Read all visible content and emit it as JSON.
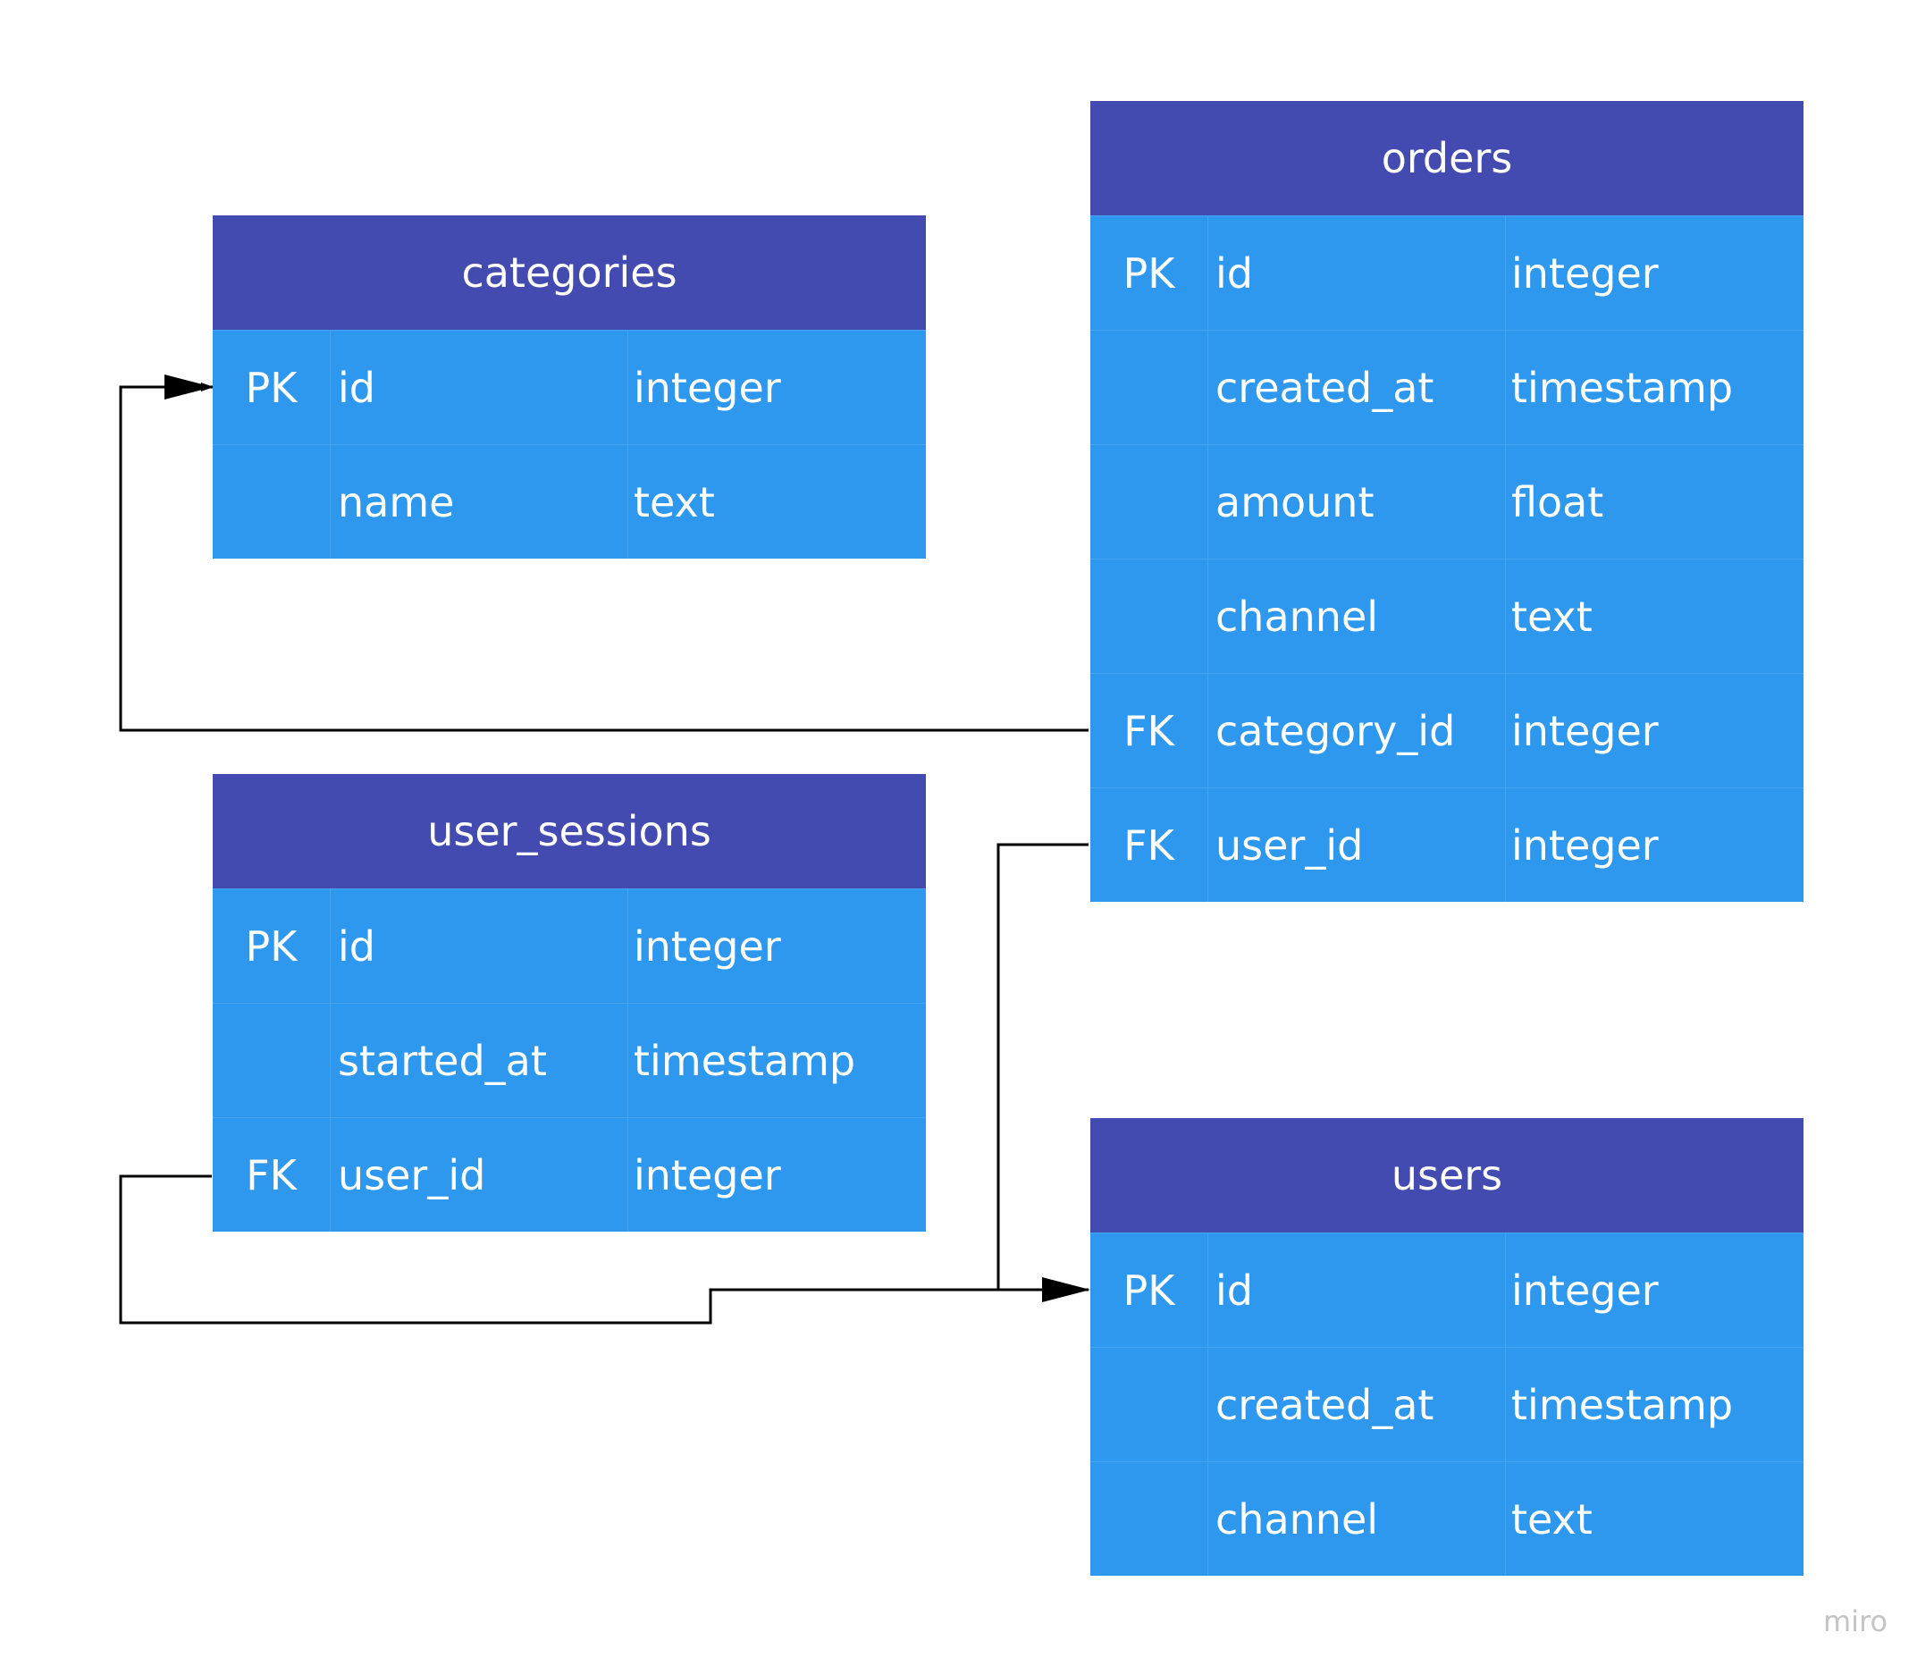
{
  "tables": {
    "categories": {
      "title": "categories",
      "rows": [
        {
          "key": "PK",
          "name": "id",
          "type": "integer"
        },
        {
          "key": "",
          "name": "name",
          "type": "text"
        }
      ]
    },
    "orders": {
      "title": "orders",
      "rows": [
        {
          "key": "PK",
          "name": "id",
          "type": "integer"
        },
        {
          "key": "",
          "name": "created_at",
          "type": "timestamp"
        },
        {
          "key": "",
          "name": "amount",
          "type": "float"
        },
        {
          "key": "",
          "name": "channel",
          "type": "text"
        },
        {
          "key": "FK",
          "name": "category_id",
          "type": "integer"
        },
        {
          "key": "FK",
          "name": "user_id",
          "type": "integer"
        }
      ]
    },
    "user_sessions": {
      "title": "user_sessions",
      "rows": [
        {
          "key": "PK",
          "name": "id",
          "type": "integer"
        },
        {
          "key": "",
          "name": "started_at",
          "type": "timestamp"
        },
        {
          "key": "FK",
          "name": "user_id",
          "type": "integer"
        }
      ]
    },
    "users": {
      "title": "users",
      "rows": [
        {
          "key": "PK",
          "name": "id",
          "type": "integer"
        },
        {
          "key": "",
          "name": "created_at",
          "type": "timestamp"
        },
        {
          "key": "",
          "name": "channel",
          "type": "text"
        }
      ]
    }
  },
  "relations": [
    {
      "from": "orders.category_id",
      "to": "categories.id"
    },
    {
      "from": "orders.user_id",
      "to": "users.id"
    },
    {
      "from": "user_sessions.user_id",
      "to": "users.id"
    }
  ],
  "watermark": "miro",
  "colors": {
    "header": "#434bb1",
    "body": "#2e98ef",
    "text": "#ffffff",
    "connector": "#000000",
    "watermark": "#c4c4c4"
  }
}
